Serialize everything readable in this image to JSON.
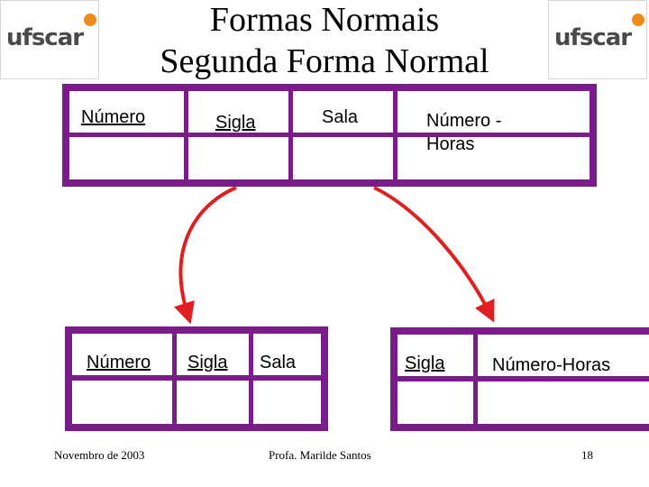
{
  "slide": {
    "title_line1": "Formas Normais",
    "title_line2": "Segunda Forma Normal",
    "logo_left": "ufscar",
    "logo_right": "ufscar"
  },
  "table_top": {
    "col1": "Número",
    "col2": "Sigla",
    "col3": "Sala",
    "col4_line1": "Número -",
    "col4_line2": "Horas"
  },
  "table_bottom_left": {
    "col1": "Número",
    "col2": "Sigla",
    "col3": "Sala"
  },
  "table_bottom_right": {
    "col1": "Sigla",
    "col2": "Número-Horas"
  },
  "footer": {
    "date": "Novembro de 2003",
    "author": "Profa. Marilde Santos",
    "page": "18"
  },
  "colors": {
    "table_border": "#7a1b8a",
    "arrow": "#e02020",
    "logo_accent": "#f08a1a"
  }
}
